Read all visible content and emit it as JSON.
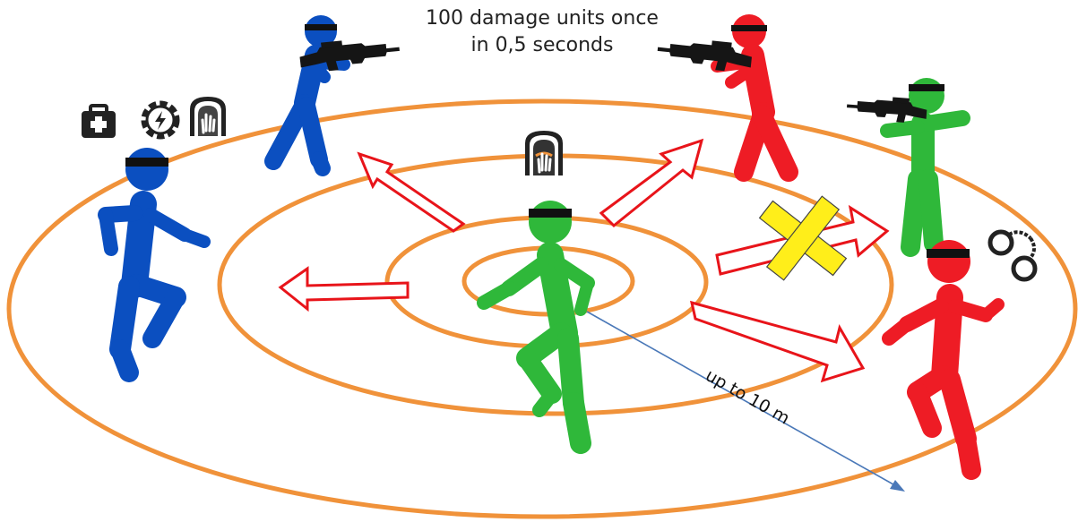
{
  "caption": {
    "line1": "100 damage units once",
    "line2": "in 0,5 seconds"
  },
  "radius_label": "up to 10 m",
  "colors": {
    "ring": "#f0923a",
    "arrow_border": "#e8141a",
    "team_blue": "#0b4fc0",
    "team_green": "#2fb83a",
    "team_red": "#ee1c25",
    "blocked_cross": "#ffee1a",
    "radius_line": "#4a78b8"
  },
  "icons": [
    "first-aid-kit-icon",
    "power-gear-icon",
    "hand-shield-icon",
    "hand-shield-active-icon",
    "handcuffs-icon",
    "rifle-icon",
    "blocked-cross-icon"
  ]
}
